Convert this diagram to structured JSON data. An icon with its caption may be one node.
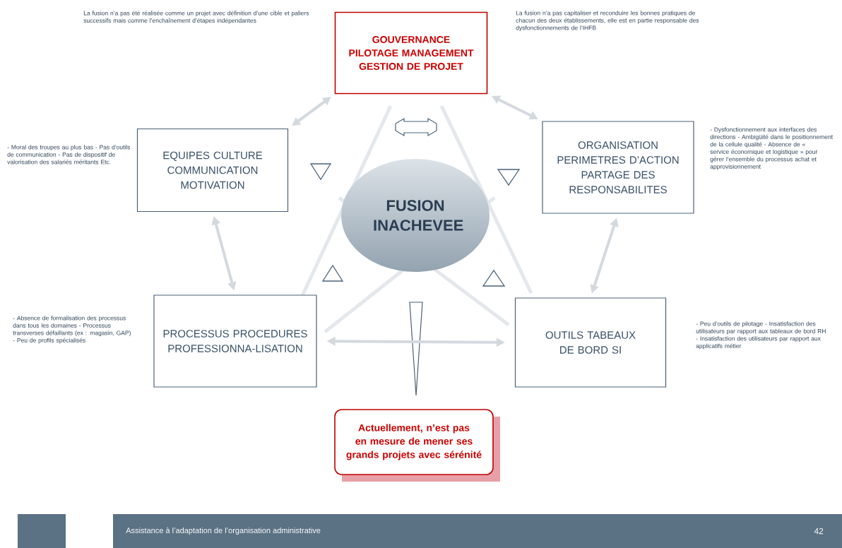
{
  "diagram": {
    "nodes": [
      {
        "text": [
          "GOUVERNANCE PILOTAGE MANAGEMENT GESTION DE PROJET"
        ]
      },
      {
        "text": [
          "EQUIPES CULTURE COMMUNICATION MOTIVATION"
        ]
      },
      {
        "text": [
          "ORGANISATION PERIMETRES D’ACTION PARTAGE DES RESPONSABILITES"
        ]
      },
      {
        "text": [
          "FUSION INACHEVEE"
        ]
      },
      {
        "text": [
          "PROCESSUS PROCEDURES PROFESSIONNA-LISATION"
        ]
      },
      {
        "text": [
          "OUTILS TABEAUX DE BORD SI"
        ]
      },
      {
        "text": [
          "Actuellement, n’est pas en mesure de mener ses grands projets avec sérénité"
        ]
      }
    ],
    "edges": [
      {
        "from": 0,
        "to": 1,
        "arrow": "both"
      },
      {
        "from": 0,
        "to": 2,
        "arrow": "both"
      },
      {
        "from": 1,
        "to": 4,
        "arrow": "both"
      },
      {
        "from": 2,
        "to": 5,
        "arrow": "both"
      },
      {
        "from": 4,
        "to": 5,
        "arrow": "both"
      }
    ],
    "labels": [
      "La fusion n’a pas été réalisée comme un projet avec définition d’une cible et paliers successifs mais comme l’enchaînement d’étapes indépendantes",
      "La fusion n’a pas capitaliser et reconduire les bonnes pratiques de chacun des deux établissements, elle est en partie responsable des dysfonctionnements de l’IHFB",
      "- Moral des troupes au plus bas - Pas d’outils de communication - Pas de dispositif de valorisation des salariés méritants Etc.",
      "- Dysfonctionnement aux interfaces des directions - Ambigüité dans le positionnement de la cellule qualité - Absence de « service économique et logistique » pour gérer l’ensemble du processus achat et approvisionnement",
      "- Absence de formalisation des processus dans tous les domaines - Processus transverses défaillants (ex : magasin, GAP) - Peu de profils spécialisés",
      "- Peu d’outils de pilotage - Insatisfaction des utilisateurs par rapport aux tableaux de bord RH - Insatisfaction des utilisateurs par rapport aux applicatifs métier",
      "Assistance à l’adaptation de l’organisation administrative",
      "42"
    ]
  }
}
